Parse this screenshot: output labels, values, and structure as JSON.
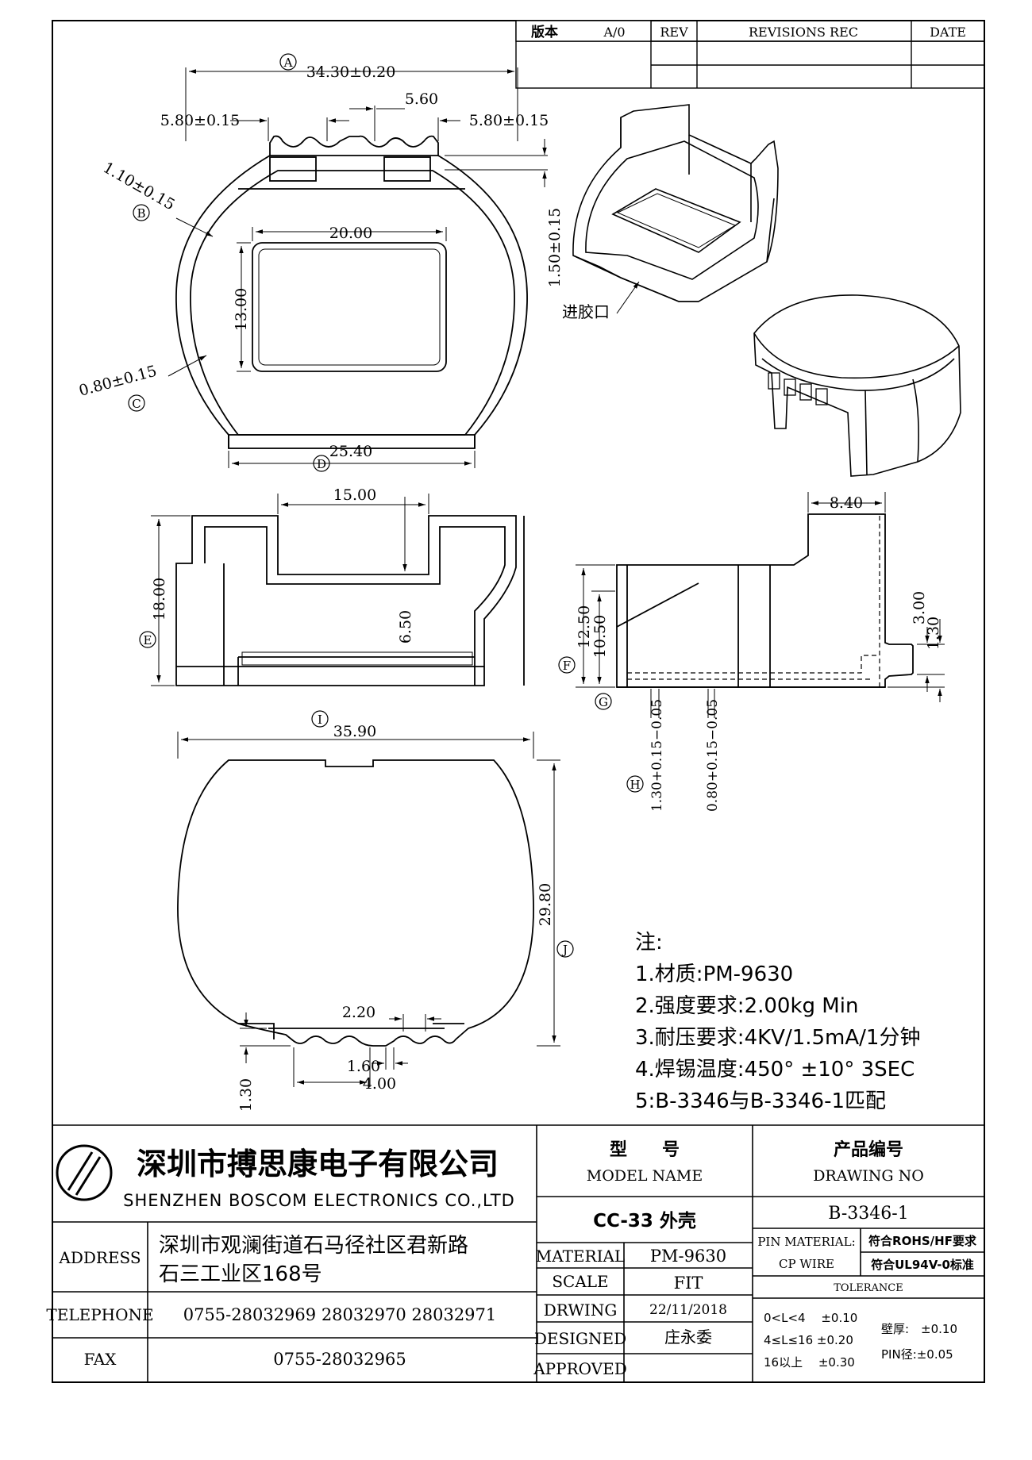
{
  "revision_block": {
    "version_label": "版本",
    "version_value": "A/0",
    "rev_label": "REV",
    "revisions_label": "REVISIONS REC",
    "date_label": "DATE"
  },
  "dimensions": {
    "A": {
      "letter": "A",
      "value": "34.30±0.20"
    },
    "A_left": "5.80±0.15",
    "A_mid": "5.60",
    "A_right": "5.80±0.15",
    "B": {
      "letter": "B",
      "value": "1.10±0.15"
    },
    "height_1": "1.50±0.15",
    "window_w": "20.00",
    "window_h": "13.00",
    "C": {
      "letter": "C",
      "value": "0.80±0.15"
    },
    "D": {
      "letter": "D",
      "value": "25.40"
    },
    "front_top": "15.00",
    "front_slot": "6.50",
    "E": {
      "letter": "E",
      "value": "18.00"
    },
    "side_top": "8.40",
    "side_12": "12.50",
    "side_10": "10.50",
    "F": {
      "letter": "F"
    },
    "G": {
      "letter": "G"
    },
    "side_3": "3.00",
    "side_13": "1.30",
    "H": {
      "letter": "H",
      "value_a": "1.30+0.15−0.05",
      "value_b": "0.80+0.15−0.05"
    },
    "I": {
      "letter": "I",
      "value": "35.90"
    },
    "J": {
      "letter": "J",
      "value": "29.80"
    },
    "bottom_22": "2.20",
    "bottom_16": "1.60",
    "bottom_40": "4.00",
    "bottom_13": "1.30"
  },
  "gate_label": "进胶口",
  "notes": {
    "title": "注:",
    "items": [
      "1.材质:PM-9630",
      "2.强度要求:2.00kg Min",
      "3.耐压要求:4KV/1.5mA/1分钟",
      "4.焊锡温度:450° ±10° 3SEC",
      "5:B-3346与B-3346-1匹配"
    ]
  },
  "title_block": {
    "company_cn": "深圳市搏思康电子有限公司",
    "company_en": "SHENZHEN BOSCOM ELECTRONICS CO.,LTD",
    "address_label": "ADDRESS",
    "address_line1": "深圳市观澜街道石马径社区君新路",
    "address_line2": "石三工业区168号",
    "telephone_label": "TELEPHONE",
    "telephone_value": "0755-28032969 28032970 28032971",
    "fax_label": "FAX",
    "fax_value": "0755-28032965",
    "model_label_cn": "型　　号",
    "model_label_en": "MODEL NAME",
    "model_value": "CC-33 外壳",
    "drawing_label_cn": "产品编号",
    "drawing_label_en": "DRAWING NO",
    "drawing_value": "B-3346-1",
    "material_label": "MATERIAL",
    "material_value": "PM-9630",
    "scale_label": "SCALE",
    "scale_value": "FIT",
    "drwing_label": "DRWING",
    "drwing_value": "22/11/2018",
    "designed_label": "DESIGNED",
    "designed_value": "庄永委",
    "approved_label": "APPROVED",
    "approved_value": "",
    "pin_material_label": "PIN MATERIAL:",
    "pin_material_value": "CP WIRE",
    "rohs": "符合ROHS/HF要求",
    "ul": "符合UL94V-0标准",
    "tolerance_label": "TOLERANCE",
    "tol_1": "0<L<4　 ±0.10",
    "tol_2": "4≤L≤16 ±0.20",
    "tol_3": "16以上　 ±0.30",
    "wall_tol": "壁厚:　±0.10",
    "pin_tol": "PIN径:±0.05"
  }
}
